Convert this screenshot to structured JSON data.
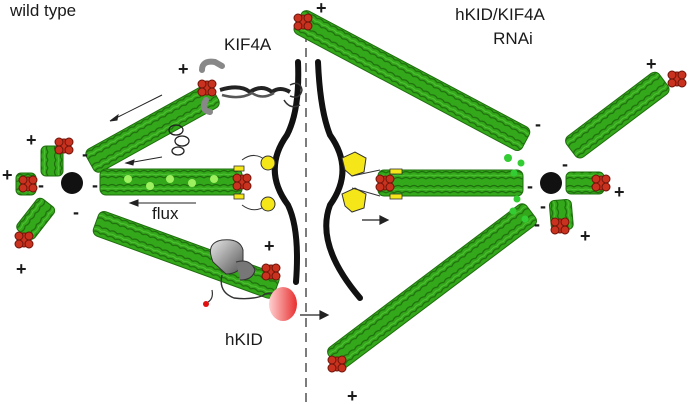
{
  "panels": {
    "left_title": "wild type",
    "right_title_line1": "hKID/KIF4A",
    "right_title_line2": "RNAi"
  },
  "labels": {
    "kif4a": "KIF4A",
    "hkid": "hKID",
    "flux": "flux"
  },
  "signs": {
    "plus": "+",
    "minus": "-"
  },
  "colors": {
    "microtubule": "#33a81a",
    "microtubule_dark": "#1f6e0e",
    "microtubule_light": "#55c93a",
    "cap": "#c8321e",
    "cap_dark": "#6e140a",
    "chromosome": "#111111",
    "yellow": "#f5e61a",
    "flux_speckle": "#9df060",
    "hkid_red": "#e83030"
  },
  "icons": {
    "pole": "black-circle",
    "kif4a_motor": "kif4a-motor-icon",
    "hkid_motor": "hkid-motor-icon",
    "kinetochore": "kinetochore-icon",
    "dynein": "dynein-icon"
  }
}
